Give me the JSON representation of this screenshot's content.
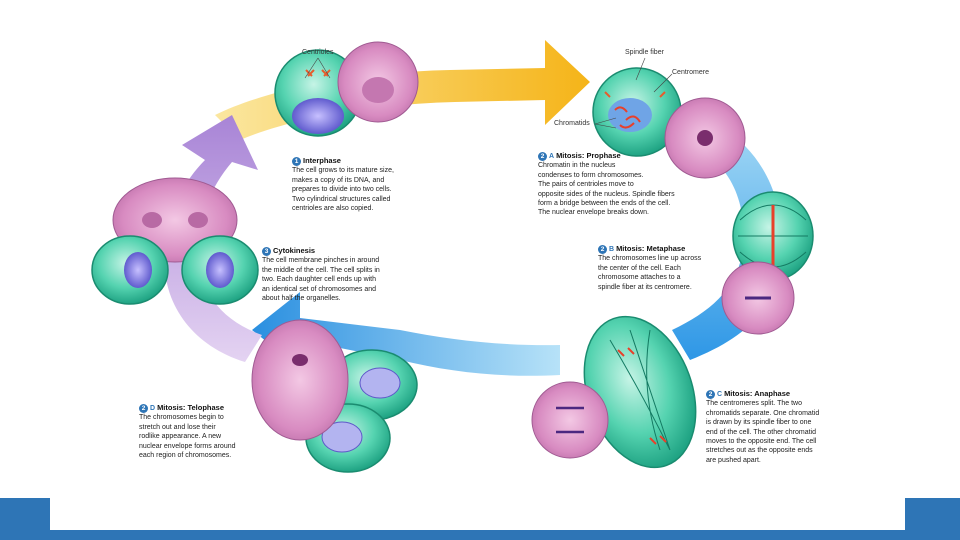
{
  "labels": {
    "centrioles": "Centrioles",
    "spindle_fiber": "Spindle fiber",
    "centromere": "Centromere",
    "chromatids": "Chromatids"
  },
  "stages": {
    "interphase": {
      "num": "1",
      "tag": "",
      "title": "Interphase",
      "lines": [
        "The cell grows to its mature size,",
        "makes a copy of its DNA, and",
        "prepares to divide into two cells.",
        "Two cylindrical structures called",
        "centrioles are also copied."
      ]
    },
    "prophase": {
      "num": "2",
      "tag": "A",
      "title": "Mitosis: Prophase",
      "lines": [
        "Chromatin in the nucleus",
        "condenses to form chromosomes.",
        "The pairs of centrioles move to",
        "opposite sides of the nucleus. Spindle fibers",
        "form a bridge between the ends of the cell.",
        "The nuclear envelope breaks down."
      ]
    },
    "metaphase": {
      "num": "2",
      "tag": "B",
      "title": "Mitosis: Metaphase",
      "lines": [
        "The chromosomes line up across",
        "the center of the cell. Each",
        "chromosome attaches to a",
        "spindle fiber at its centromere."
      ]
    },
    "anaphase": {
      "num": "2",
      "tag": "C",
      "title": "Mitosis: Anaphase",
      "lines": [
        "The centromeres split. The two",
        "chromatids separate. One chromatid",
        "is drawn by its spindle fiber to one",
        "end of the cell. The other chromatid",
        "moves to the opposite end. The cell",
        "stretches out as the opposite ends",
        "are pushed apart."
      ]
    },
    "telophase": {
      "num": "2",
      "tag": "D",
      "title": "Mitosis: Telophase",
      "lines": [
        "The chromosomes begin to",
        "stretch out and lose their",
        "rodlike appearance. A new",
        "nuclear envelope forms around",
        "each region of chromosomes."
      ]
    },
    "cytokinesis": {
      "num": "3",
      "tag": "",
      "title": "Cytokinesis",
      "lines": [
        "The cell membrane pinches in around",
        "the middle of the cell. The cell splits in",
        "two. Each daughter cell ends up with",
        "an identical set of chromosomes and",
        "about half the organelles."
      ]
    }
  },
  "colors": {
    "footer": "#2e75b6",
    "arrow_yellow": "#f6c030",
    "arrow_blue": "#3d9ee6",
    "arrow_purple": "#b89ad8",
    "cell_green": "#3cc9a6",
    "micro_pink": "#d98fc3"
  }
}
